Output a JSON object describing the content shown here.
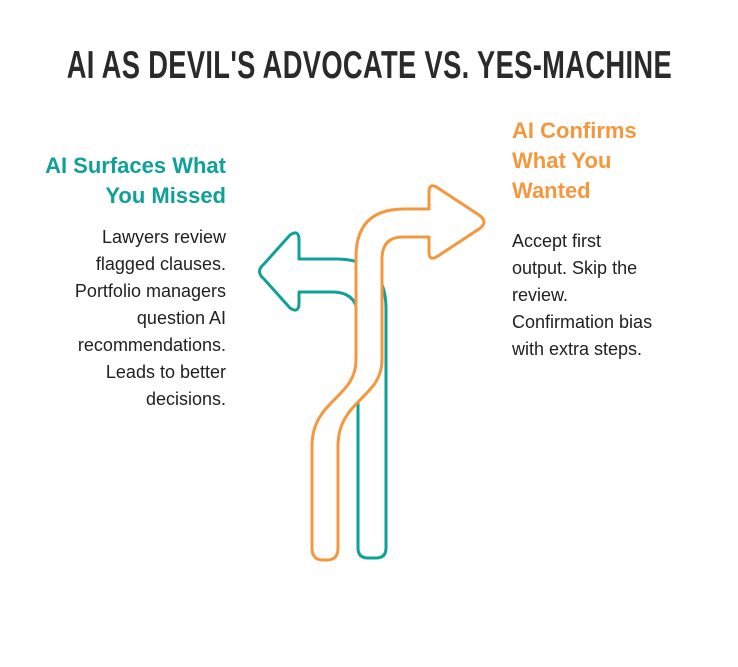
{
  "title": "AI AS DEVIL'S ADVOCATE VS. YES-MACHINE",
  "left_section": {
    "heading": "AI Surfaces What\nYou Missed",
    "body": "Lawyers review\nflagged clauses.\nPortfolio managers\nquestion AI\nrecommendations.\nLeads to better\ndecisions.",
    "accent_color": "#0fa199"
  },
  "right_section": {
    "heading": "AI Confirms\nWhat You\nWanted",
    "body": "Accept first\noutput. Skip the\nreview.\nConfirmation bias\nwith extra steps.",
    "accent_color": "#f5973c"
  },
  "graphic": {
    "description": "diverging-branch-arrows",
    "teal_color": "#0fa199",
    "orange_color": "#f5973c"
  },
  "colors": {
    "background": "#ffffff",
    "title_text": "#2a2a2a",
    "body_text": "#212121"
  }
}
